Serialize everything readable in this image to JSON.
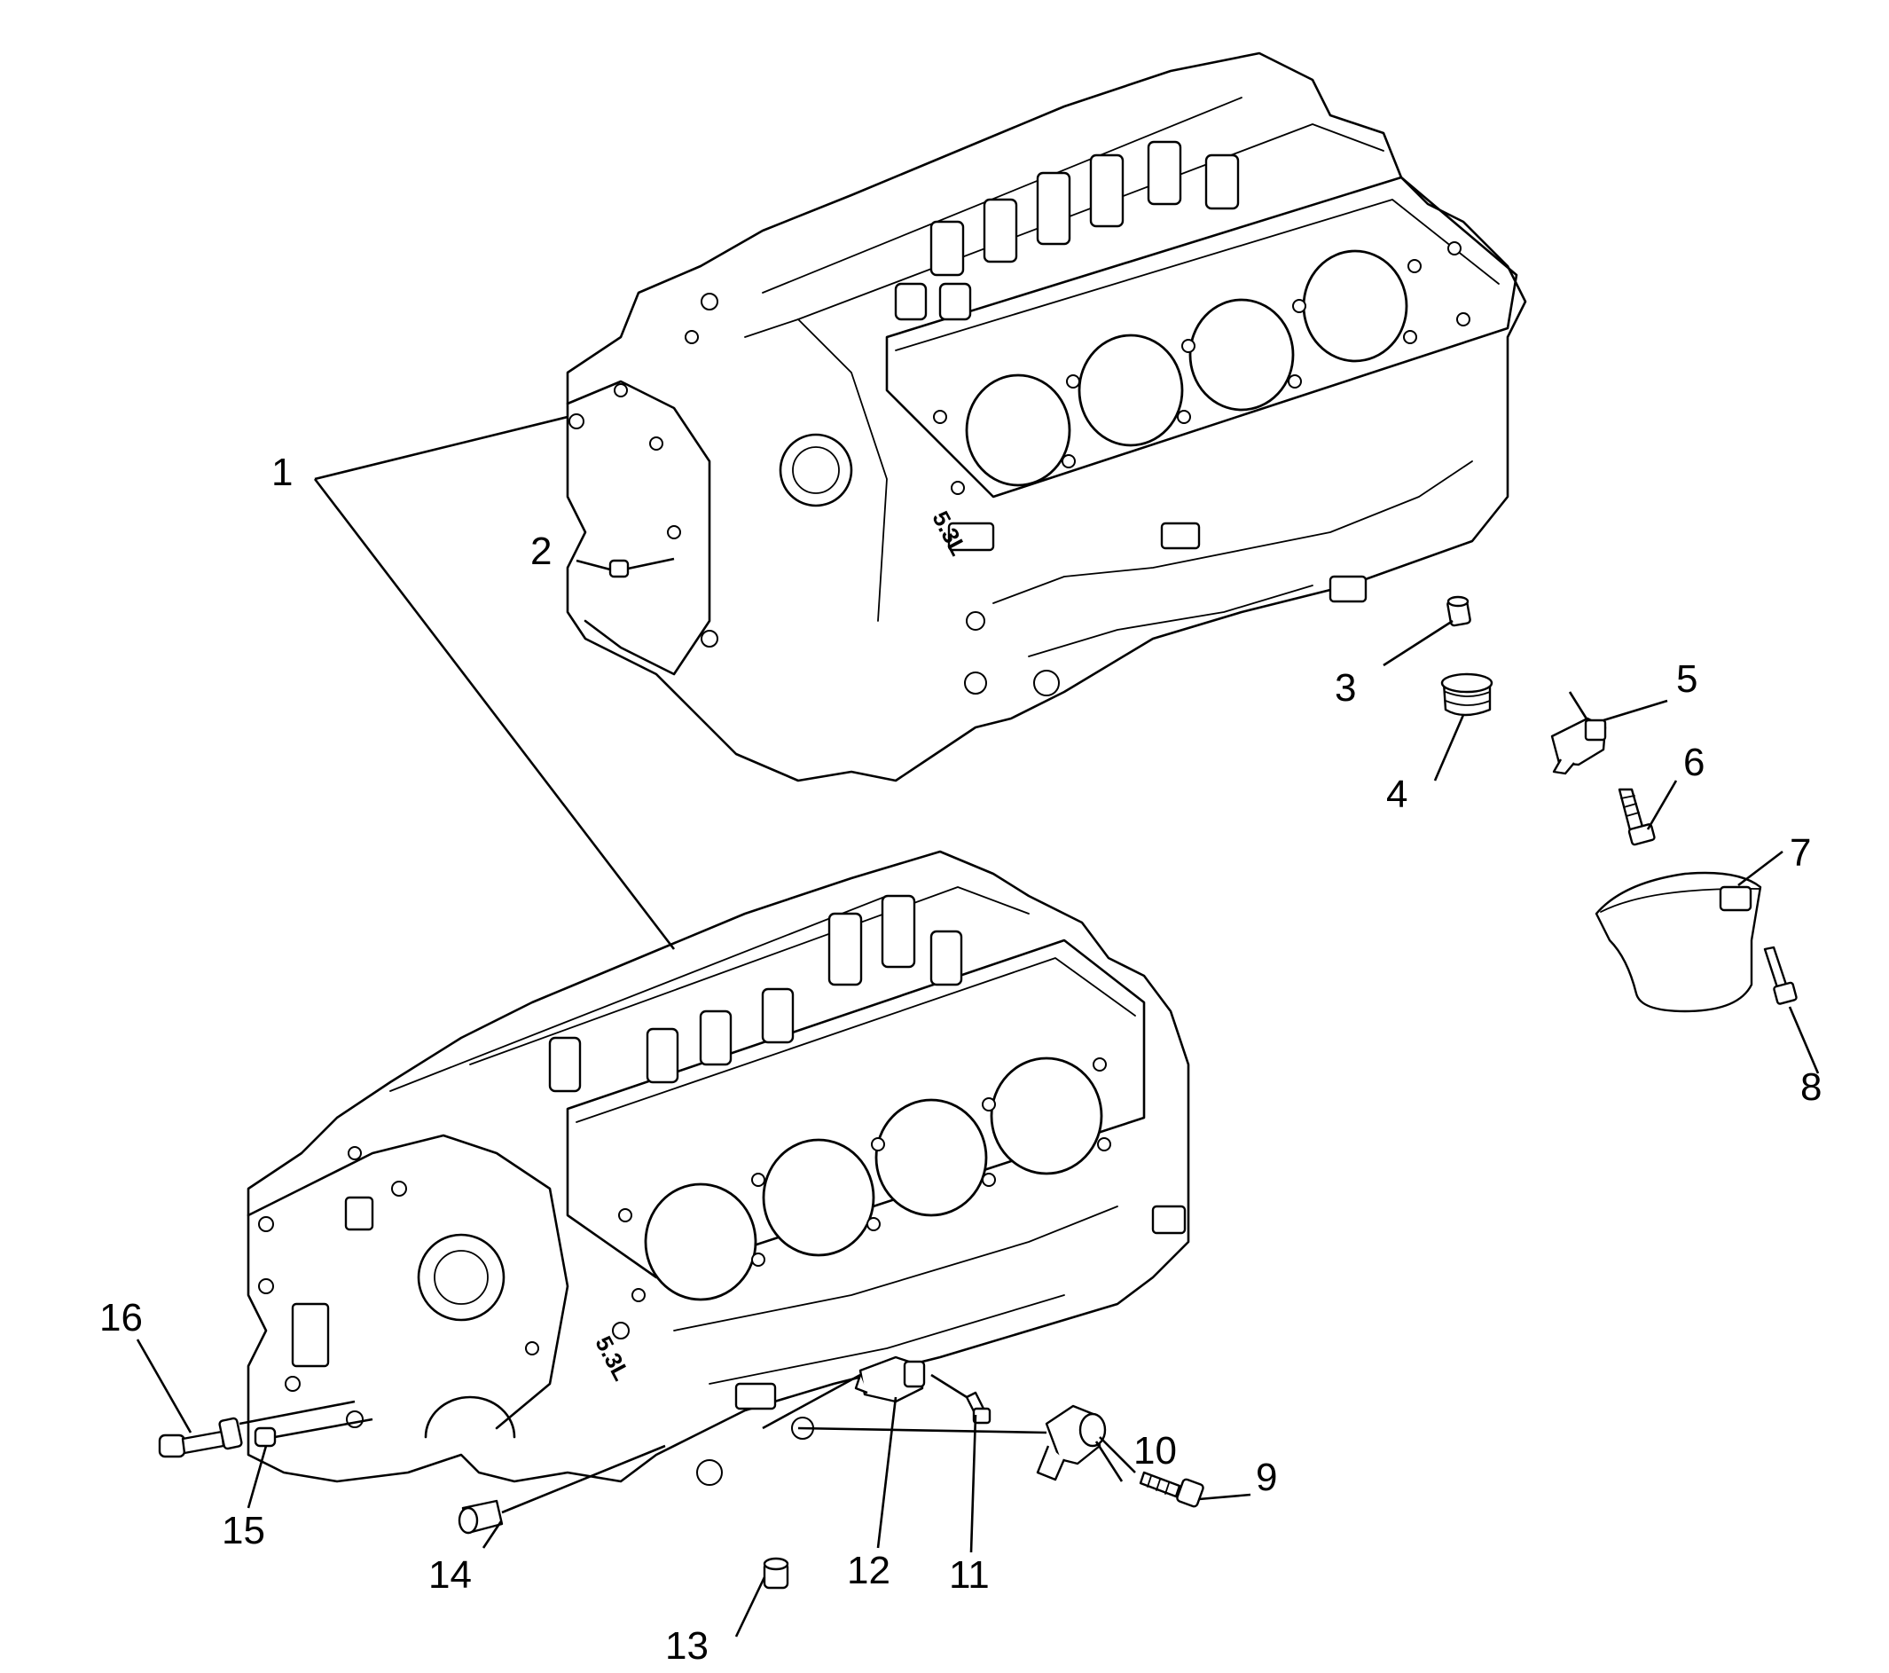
{
  "callouts": [
    {
      "number": "1"
    },
    {
      "number": "2"
    },
    {
      "number": "3"
    },
    {
      "number": "4"
    },
    {
      "number": "5"
    },
    {
      "number": "6"
    },
    {
      "number": "7"
    },
    {
      "number": "8"
    },
    {
      "number": "9"
    },
    {
      "number": "10"
    },
    {
      "number": "11"
    },
    {
      "number": "12"
    },
    {
      "number": "13"
    },
    {
      "number": "14"
    },
    {
      "number": "15"
    },
    {
      "number": "16"
    }
  ],
  "block_marking": "5.3L"
}
